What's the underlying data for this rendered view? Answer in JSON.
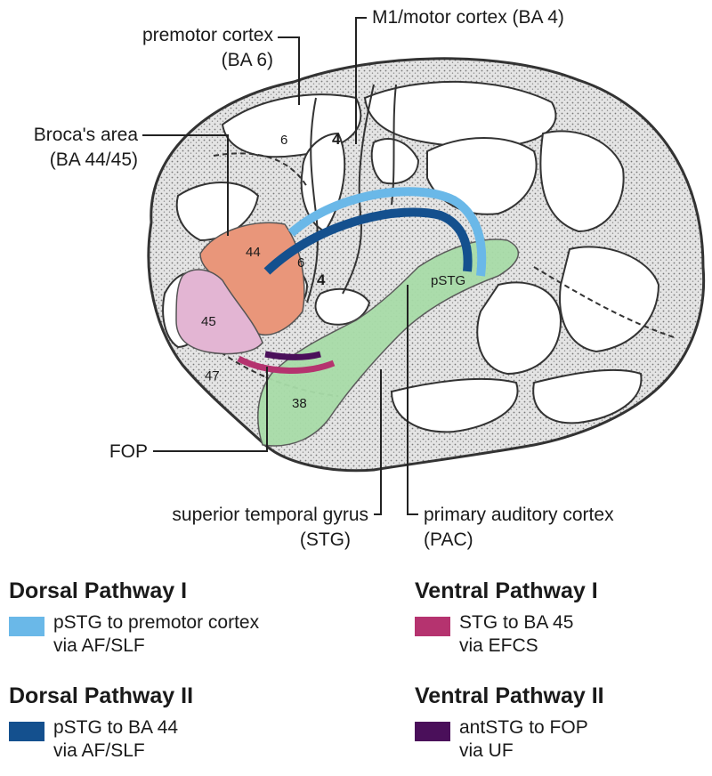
{
  "labels": {
    "premotor_line1": "premotor cortex",
    "premotor_line2": "(BA 6)",
    "m1": "M1/motor cortex (BA 4)",
    "broca_line1": "Broca's area",
    "broca_line2": "(BA 44/45)",
    "fop": "FOP",
    "stg_line1": "superior temporal gyrus",
    "stg_line2": "(STG)",
    "pac_line1": "primary auditory cortex",
    "pac_line2": "(PAC)"
  },
  "regions": {
    "ba6_top": "6",
    "ba4_top": "4",
    "ba44": "44",
    "ba45": "45",
    "ba47": "47",
    "ba6_inner": "6",
    "ba4_inner": "4",
    "ba38": "38",
    "pstg": "pSTG"
  },
  "region_colors": {
    "ba44": "#e9967a",
    "ba45": "#e3b5d3",
    "stg": "#a8dca8"
  },
  "legend": {
    "dorsal1": {
      "title": "Dorsal Pathway I",
      "line1": "pSTG to premotor cortex",
      "line2": "via AF/SLF",
      "color": "#6ab8e8"
    },
    "dorsal2": {
      "title": "Dorsal Pathway II",
      "line1": "pSTG to BA 44",
      "line2": "via AF/SLF",
      "color": "#14508e"
    },
    "ventral1": {
      "title": "Ventral Pathway I",
      "line1": "STG to BA 45",
      "line2": "via EFCS",
      "color": "#b5336f"
    },
    "ventral2": {
      "title": "Ventral Pathway II",
      "line1": "antSTG to FOP",
      "line2": "via UF",
      "color": "#4a0f5a"
    }
  }
}
